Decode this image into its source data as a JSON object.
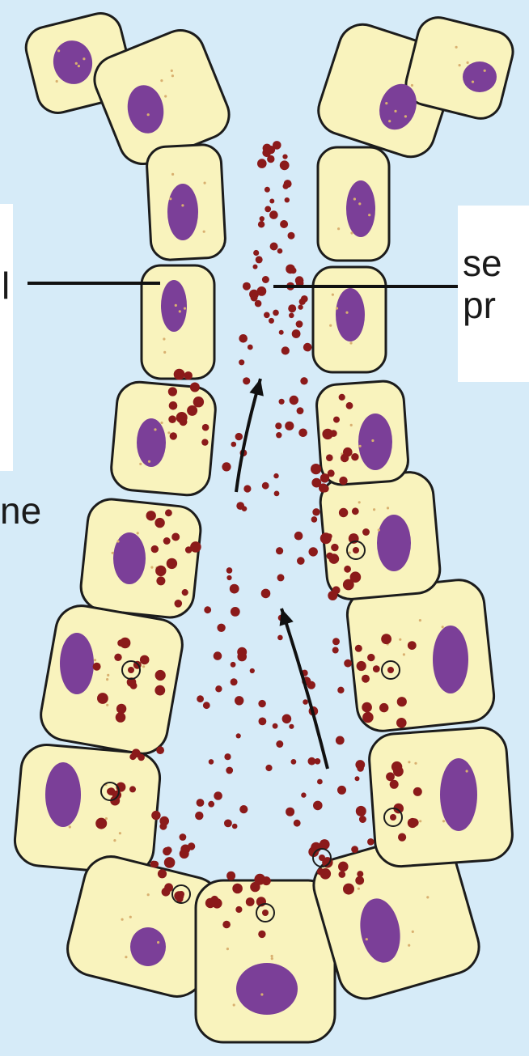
{
  "labels": {
    "left_top": "l",
    "left_bottom": "ne",
    "right_line1": "se",
    "right_line2": "pr"
  },
  "colors": {
    "background": "#d6ebf8",
    "cell_fill": "#f9f3bd",
    "cell_outline": "#1c1c1c",
    "nucleus": "#7b3f98",
    "granule": "#8b1a1a",
    "arrow": "#111111",
    "label_box": "#ffffff"
  }
}
